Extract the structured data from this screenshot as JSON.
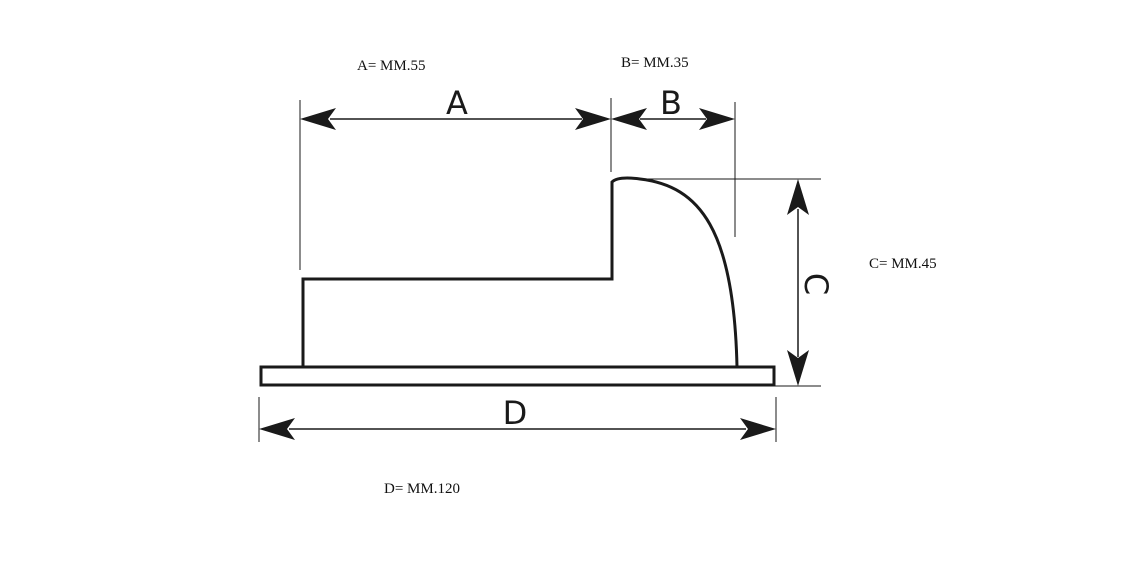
{
  "diagram": {
    "letters": {
      "a": "A",
      "b": "B",
      "c": "C",
      "d": "D"
    },
    "specs": {
      "a": "A= MM.55",
      "b": "B= MM.35",
      "c": "C= MM.45",
      "d": "D= MM.120"
    },
    "colors": {
      "stroke": "#1a1a1a"
    }
  }
}
